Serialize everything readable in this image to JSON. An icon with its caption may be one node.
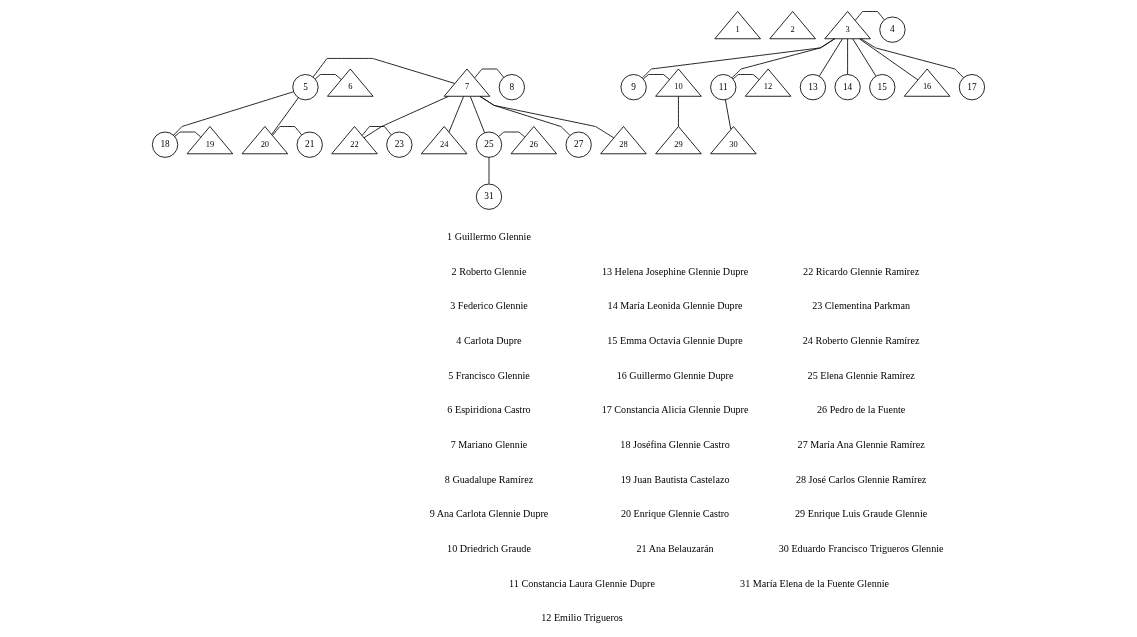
{
  "diagram": {
    "nodes": [
      {
        "text": [
          "1"
        ]
      },
      {
        "text": [
          "2"
        ]
      },
      {
        "text": [
          "3"
        ]
      },
      {
        "text": [
          "4"
        ]
      },
      {
        "text": [
          "5"
        ]
      },
      {
        "text": [
          "6"
        ]
      },
      {
        "text": [
          "7"
        ]
      },
      {
        "text": [
          "8"
        ]
      },
      {
        "text": [
          "9"
        ]
      },
      {
        "text": [
          "10"
        ]
      },
      {
        "text": [
          "11"
        ]
      },
      {
        "text": [
          "12"
        ]
      },
      {
        "text": [
          "13"
        ]
      },
      {
        "text": [
          "14"
        ]
      },
      {
        "text": [
          "15"
        ]
      },
      {
        "text": [
          "16"
        ]
      },
      {
        "text": [
          "17"
        ]
      },
      {
        "text": [
          "18"
        ]
      },
      {
        "text": [
          "19"
        ]
      },
      {
        "text": [
          "20"
        ]
      },
      {
        "text": [
          "21"
        ]
      },
      {
        "text": [
          "22"
        ]
      },
      {
        "text": [
          "23"
        ]
      },
      {
        "text": [
          "24"
        ]
      },
      {
        "text": [
          "25"
        ]
      },
      {
        "text": [
          "26"
        ]
      },
      {
        "text": [
          "27"
        ]
      },
      {
        "text": [
          "28"
        ]
      },
      {
        "text": [
          "29"
        ]
      },
      {
        "text": [
          "30"
        ]
      },
      {
        "text": [
          "31"
        ]
      }
    ],
    "edges": [
      {
        "from": 2,
        "to": 3,
        "arrow": "none"
      },
      {
        "from": 4,
        "to": 6,
        "arrow": "none"
      },
      {
        "from": 4,
        "to": 5,
        "arrow": "none"
      },
      {
        "from": 6,
        "to": 7,
        "arrow": "none"
      },
      {
        "from": 2,
        "to": 8,
        "arrow": "none"
      },
      {
        "from": 2,
        "to": 10,
        "arrow": "none"
      },
      {
        "from": 2,
        "to": 12,
        "arrow": "none"
      },
      {
        "from": 2,
        "to": 13,
        "arrow": "none"
      },
      {
        "from": 2,
        "to": 14,
        "arrow": "none"
      },
      {
        "from": 2,
        "to": 15,
        "arrow": "none"
      },
      {
        "from": 2,
        "to": 16,
        "arrow": "none"
      },
      {
        "from": 8,
        "to": 9,
        "arrow": "none"
      },
      {
        "from": 10,
        "to": 11,
        "arrow": "none"
      },
      {
        "from": 4,
        "to": 17,
        "arrow": "none"
      },
      {
        "from": 4,
        "to": 19,
        "arrow": "none"
      },
      {
        "from": 6,
        "to": 21,
        "arrow": "none"
      },
      {
        "from": 6,
        "to": 23,
        "arrow": "none"
      },
      {
        "from": 6,
        "to": 24,
        "arrow": "none"
      },
      {
        "from": 6,
        "to": 26,
        "arrow": "none"
      },
      {
        "from": 6,
        "to": 27,
        "arrow": "none"
      },
      {
        "from": 17,
        "to": 18,
        "arrow": "none"
      },
      {
        "from": 19,
        "to": 20,
        "arrow": "none"
      },
      {
        "from": 21,
        "to": 22,
        "arrow": "none"
      },
      {
        "from": 24,
        "to": 25,
        "arrow": "none"
      },
      {
        "from": 9,
        "to": 28,
        "arrow": "none"
      },
      {
        "from": 10,
        "to": 29,
        "arrow": "none"
      },
      {
        "from": 24,
        "to": 30,
        "arrow": "none"
      }
    ],
    "labels": [
      "1 Guillermo Glennie",
      "2 Roberto Glennie",
      "3 Federico Glennie",
      "4 Carlota Dupre",
      "5 Francisco Glennie",
      "6 Espiridiona Castro",
      "7 Mariano Glennie",
      "8 Guadalupe Ramírez",
      "9 Ana Carlota Glennie Dupre",
      "10 Driedrich Graude",
      "11 Constancia Laura Glennie Dupre",
      "12 Emilio Trigueros",
      "13 Helena Josephine Glennie Dupre",
      "14 María Leonida Glennie Dupre",
      "15 Emma Octavia Glennie Dupre",
      "16 Guillermo Glennie Dupre",
      "17 Constancia Alicia Glennie Dupre",
      "18 Joséfina Glennie Castro",
      "19 Juan Bautista Castelazo",
      "20 Enrique Glennie Castro",
      "21 Ana Belauzarán",
      "22 Ricardo Glennie Ramírez",
      "23 Clementina Parkman",
      "24 Roberto Glennie Ramírez",
      "25 Elena Glennie Ramírez",
      "26 Pedro de la Fuente",
      "27 María Ana Glennie Ramírez",
      "28 José Carlos Glennie Ramírez",
      "29 Enrique Luis Graude Glennie",
      "30 Eduardo Francisco Trigueros Glennie",
      "31 María Elena de la Fuente Glennie"
    ]
  }
}
